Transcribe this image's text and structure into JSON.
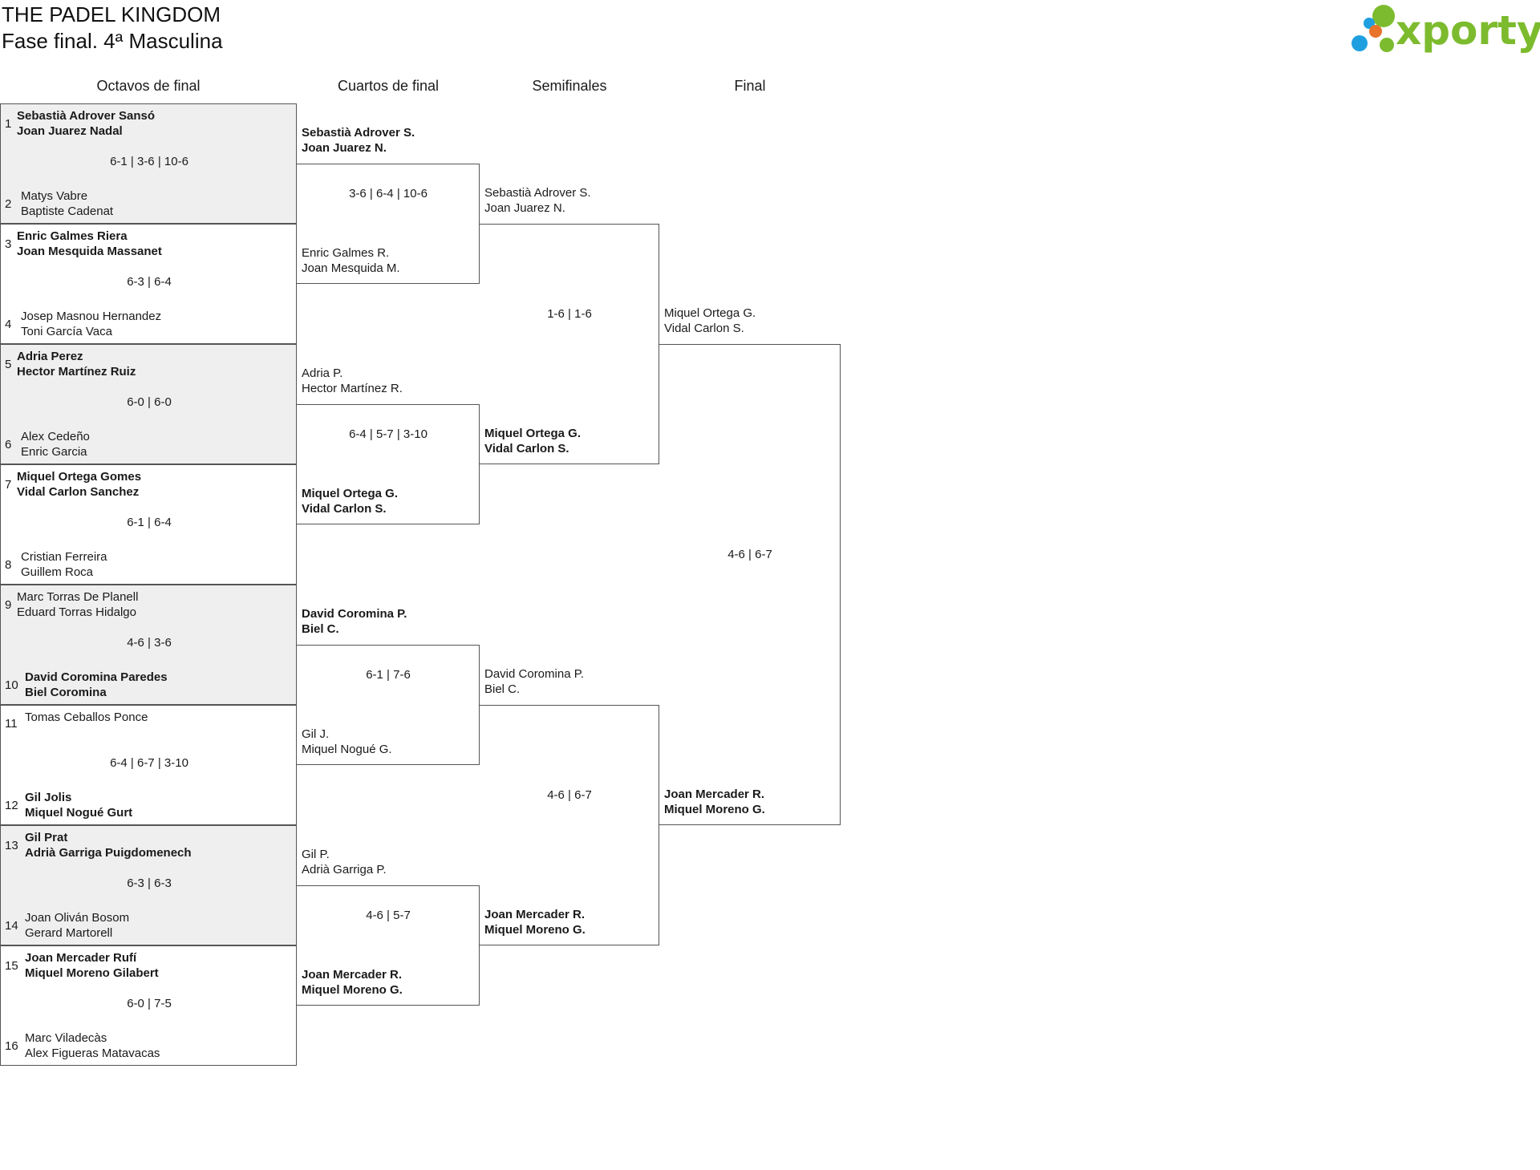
{
  "header": {
    "title_line1": "THE PADEL KINGDOM",
    "title_line2": "Fase final. 4ª Masculina"
  },
  "logo": {
    "text": "xporty",
    "colors": {
      "green": "#7dbb2e",
      "orange": "#e8732a",
      "blue": "#1f9fe0"
    }
  },
  "rounds": {
    "r16": "Octavos de final",
    "qf": "Cuartos de final",
    "sf": "Semifinales",
    "final": "Final"
  },
  "r16_matches": [
    {
      "seed_a": "1",
      "seed_b": "2",
      "score": "6-1 | 3-6 | 10-6",
      "winner": "a",
      "team_a": [
        "Sebastià Adrover Sansó",
        "Joan Juarez Nadal"
      ],
      "team_b": [
        "Matys Vabre",
        "Baptiste Cadenat"
      ]
    },
    {
      "seed_a": "3",
      "seed_b": "4",
      "score": "6-3 | 6-4",
      "winner": "a",
      "team_a": [
        "Enric Galmes Riera",
        "Joan Mesquida Massanet"
      ],
      "team_b": [
        "Josep Masnou Hernandez",
        "Toni García Vaca"
      ]
    },
    {
      "seed_a": "5",
      "seed_b": "6",
      "score": "6-0 | 6-0",
      "winner": "a",
      "team_a": [
        "Adria Perez",
        "Hector Martínez Ruiz"
      ],
      "team_b": [
        "Alex Cedeño",
        "Enric Garcia"
      ]
    },
    {
      "seed_a": "7",
      "seed_b": "8",
      "score": "6-1 | 6-4",
      "winner": "a",
      "team_a": [
        "Miquel Ortega Gomes",
        "Vidal Carlon Sanchez"
      ],
      "team_b": [
        "Cristian Ferreira",
        "Guillem Roca"
      ]
    },
    {
      "seed_a": "9",
      "seed_b": "10",
      "score": "4-6 | 3-6",
      "winner": "b",
      "team_a": [
        "Marc Torras De Planell",
        "Eduard Torras Hidalgo"
      ],
      "team_b": [
        "David Coromina Paredes",
        "Biel Coromina"
      ]
    },
    {
      "seed_a": "11",
      "seed_b": "12",
      "score": "6-4 | 6-7 | 3-10",
      "winner": "b",
      "team_a": [
        "Tomas Ceballos Ponce"
      ],
      "team_b": [
        "Gil Jolis",
        "Miquel Nogué Gurt"
      ]
    },
    {
      "seed_a": "13",
      "seed_b": "14",
      "score": "6-3 | 6-3",
      "winner": "a",
      "team_a": [
        "Gil Prat",
        "Adrià Garriga Puigdomenech"
      ],
      "team_b": [
        "Joan Oliván Bosom",
        "Gerard Martorell"
      ]
    },
    {
      "seed_a": "15",
      "seed_b": "16",
      "score": "6-0 | 7-5",
      "winner": "a",
      "team_a": [
        "Joan Mercader Rufí",
        "Miquel Moreno Gilabert"
      ],
      "team_b": [
        "Marc Viladecàs",
        "Alex Figueras Matavacas"
      ]
    }
  ],
  "qf_matches": [
    {
      "score": "3-6 | 6-4 | 10-6",
      "winner": "a",
      "team_a": [
        "Sebastià Adrover S.",
        "Joan Juarez N."
      ],
      "team_b": [
        "Enric Galmes R.",
        "Joan Mesquida M."
      ]
    },
    {
      "score": "6-4 | 5-7 | 3-10",
      "winner": "b",
      "team_a": [
        "Adria P.",
        "Hector Martínez R."
      ],
      "team_b": [
        "Miquel Ortega G.",
        "Vidal Carlon S."
      ]
    },
    {
      "score": "6-1 | 7-6",
      "winner": "a",
      "team_a": [
        "David Coromina P.",
        "Biel C."
      ],
      "team_b": [
        "Gil J.",
        "Miquel Nogué G."
      ]
    },
    {
      "score": "4-6 | 5-7",
      "winner": "b",
      "team_a": [
        "Gil P.",
        "Adrià Garriga P."
      ],
      "team_b": [
        "Joan Mercader R.",
        "Miquel Moreno G."
      ]
    }
  ],
  "sf_matches": [
    {
      "score": "1-6 | 1-6",
      "winner": "b",
      "team_a": [
        "Sebastià Adrover S.",
        "Joan Juarez N."
      ],
      "team_b": [
        "Miquel Ortega G.",
        "Vidal Carlon S."
      ]
    },
    {
      "score": "4-6 | 6-7",
      "winner": "b",
      "team_a": [
        "David Coromina P.",
        "Biel C."
      ],
      "team_b": [
        "Joan Mercader R.",
        "Miquel Moreno G."
      ]
    }
  ],
  "final_match": {
    "score": "4-6 | 6-7",
    "winner": "b",
    "team_a": [
      "Miquel Ortega G.",
      "Vidal Carlon S."
    ],
    "team_b": [
      "Joan Mercader R.",
      "Miquel Moreno G."
    ]
  }
}
